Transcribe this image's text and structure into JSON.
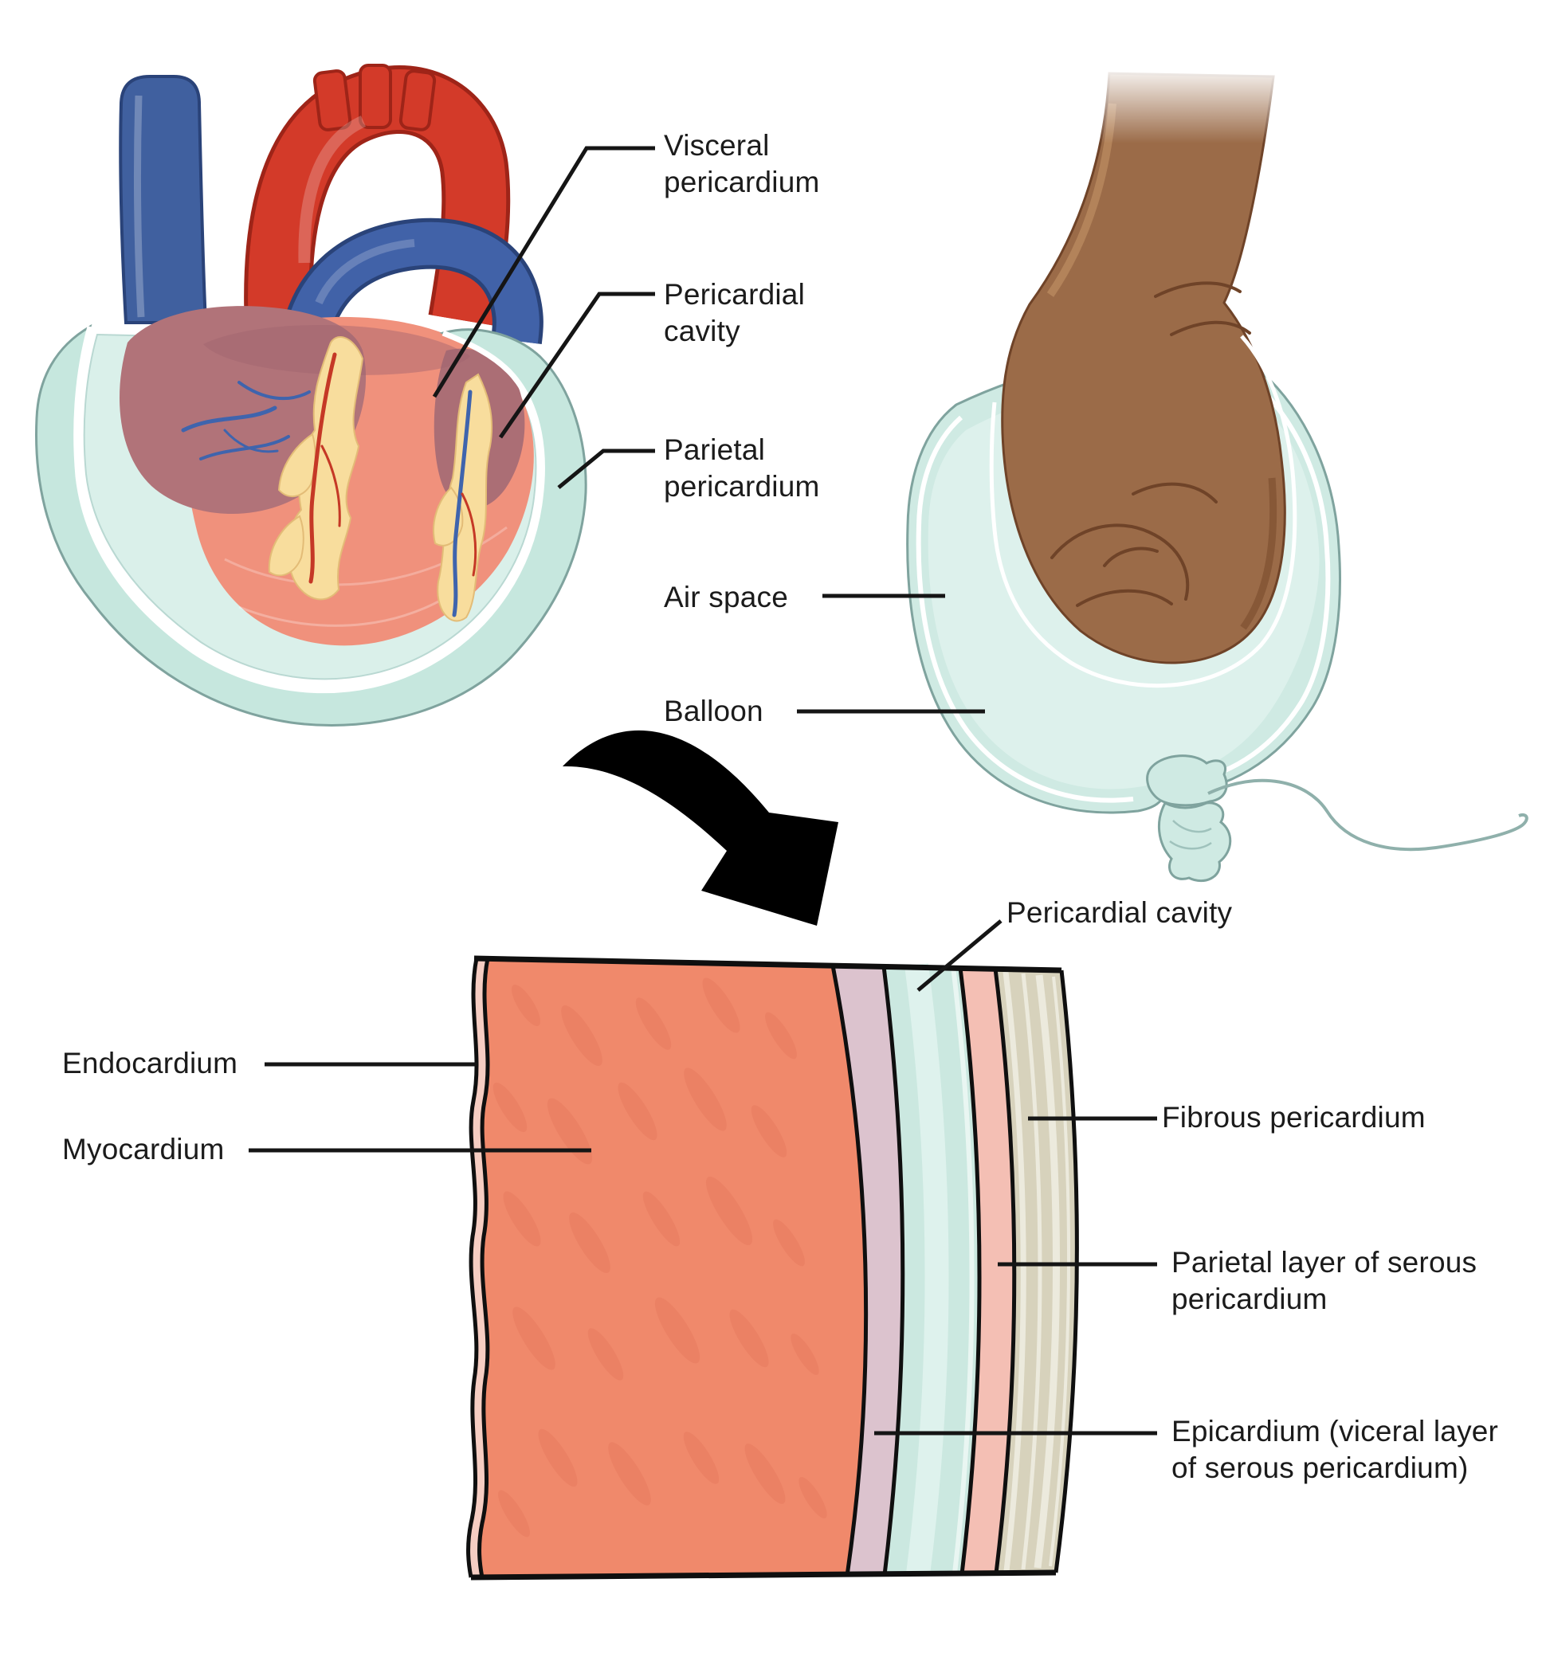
{
  "figure": {
    "heart_panel": {
      "labels": {
        "visceral_pericardium": "Visceral\npericardium",
        "pericardial_cavity": "Pericardial\ncavity",
        "parietal_pericardium": "Parietal\npericardium"
      }
    },
    "balloon_panel": {
      "labels": {
        "air_space": "Air space",
        "balloon": "Balloon"
      }
    },
    "cross_section_panel": {
      "labels": {
        "endocardium": "Endocardium",
        "myocardium": "Myocardium",
        "pericardial_cavity": "Pericardial cavity",
        "fibrous_pericardium": "Fibrous pericardium",
        "parietal_layer": "Parietal layer of serous\npericardium",
        "epicardium": "Epicardium (viceral layer\nof serous pericardium)"
      }
    },
    "palette": {
      "pericardium_teal": "#c6e7de",
      "cavity_teal": "#daf0ea",
      "myocardium_salmon": "#f0896b",
      "epicardium_mauve": "#dcc3ce",
      "serous_pink": "#f4bfb4",
      "fibrous_beige": "#d7d2bc",
      "endocardium_pink": "#f6cdc2",
      "vessel_red": "#d33a29",
      "vessel_blue": "#4162a8",
      "skin_brown": "#9b6b48",
      "outline": "#111111"
    }
  }
}
